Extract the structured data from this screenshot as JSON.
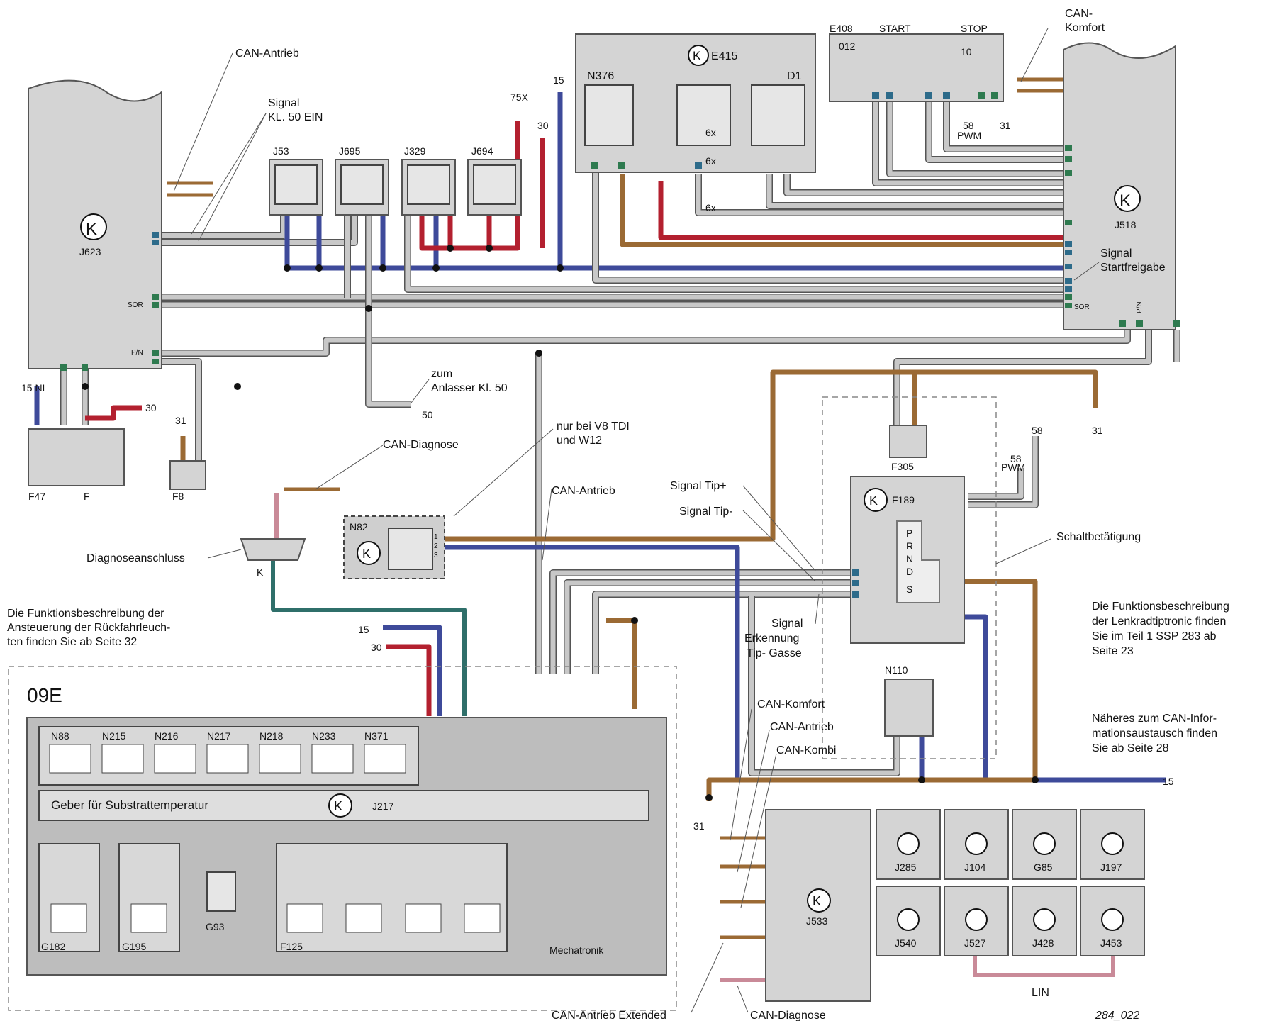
{
  "labels": {
    "can_antrieb_top": "CAN-Antrieb",
    "signal_kl50_1": "Signal",
    "signal_kl50_2": "KL. 50 EIN",
    "can_komfort_top_1": "CAN-",
    "can_komfort_top_2": "Komfort",
    "signal_startfreigabe_1": "Signal",
    "signal_startfreigabe_2": "Startfreigabe",
    "zum_anlasser_1": "zum",
    "zum_anlasser_2": "Anlasser Kl. 50",
    "nur_v8_1": "nur bei V8 TDI",
    "nur_v8_2": "und W12",
    "can_diagnose_top": "CAN-Diagnose",
    "can_antrieb_mid": "CAN-Antrieb",
    "diagnoseanschluss": "Diagnoseanschluss",
    "signal_tip_plus": "Signal Tip+",
    "signal_tip_minus": "Signal Tip-",
    "schaltbetaetigung": "Schaltbetätigung",
    "signal_erkennung_1": "Signal",
    "signal_erkennung_2": "Erkennung",
    "signal_erkennung_3": "Tip- Gasse",
    "can_komfort_bottom": "CAN-Komfort",
    "can_antrieb_bottom": "CAN-Antrieb",
    "can_kombi": "CAN-Kombi",
    "can_antrieb_extended": "CAN-Antrieb Extended",
    "can_diagnose_bottom": "CAN-Diagnose",
    "lin": "LIN",
    "figure_id": "284_022",
    "geber_substrat": "Geber für Substrattemperatur",
    "mechatronik": "Mechatronik",
    "gearbox": "09E",
    "prnds": [
      "P",
      "R",
      "N",
      "D",
      "S"
    ]
  },
  "notes": {
    "left_1": "Die Funktionsbeschreibung der",
    "left_2": "Ansteuerung der Rückfahrleuch-",
    "left_3": "ten finden Sie ab Seite 32",
    "right_a1": "Die Funktionsbeschreibung",
    "right_a2": "der Lenkradtiptronic finden",
    "right_a3": "Sie im Teil 1 SSP 283 ab",
    "right_a4": "Seite 23",
    "right_b1": "Näheres zum CAN-Infor-",
    "right_b2": "mationsaustausch finden",
    "right_b3": "Sie ab Seite 28"
  },
  "components": {
    "j623": "J623",
    "j518": "J518",
    "j53": "J53",
    "j695": "J695",
    "j329": "J329",
    "j694": "J694",
    "n376": "N376",
    "e415": "E415",
    "d1": "D1",
    "e408": "E408",
    "e408_012": "012",
    "start": "START",
    "stop": "STOP",
    "f47": "F47",
    "f": "F",
    "f8": "F8",
    "k": "K",
    "n82": "N82",
    "f305": "F305",
    "f189": "F189",
    "n110": "N110",
    "j217": "J217",
    "j533": "J533",
    "j285": "J285",
    "j104": "J104",
    "g85": "G85",
    "j197": "J197",
    "j540": "J540",
    "j527": "J527",
    "j428": "J428",
    "j453": "J453",
    "valves": [
      "N88",
      "N215",
      "N216",
      "N217",
      "N218",
      "N233",
      "N371"
    ],
    "g182": "G182",
    "g195": "G195",
    "g93": "G93",
    "f125": "F125"
  },
  "terminals": {
    "t15nl": "15 NL",
    "t30a": "30",
    "t31a": "31",
    "t75x": "75X",
    "t15a": "15",
    "t30b": "30",
    "t6x_1": "6x",
    "t6x_2": "6x",
    "t6x_3": "6x",
    "t58": "58",
    "pwm": "PWM",
    "t31b": "31",
    "t10": "10",
    "t50": "50",
    "t31c": "31",
    "t58b": "58",
    "t58pwm": "58",
    "pwm2": "PWM",
    "t15b": "15",
    "t30c": "30",
    "t15c": "15",
    "t31d": "31",
    "sor_l": "SOR",
    "pin_l": "P/N",
    "sor_r": "SOR",
    "pin_r": "P/N",
    "n82_1": "1",
    "n82_2": "2",
    "n82_3": "3"
  }
}
